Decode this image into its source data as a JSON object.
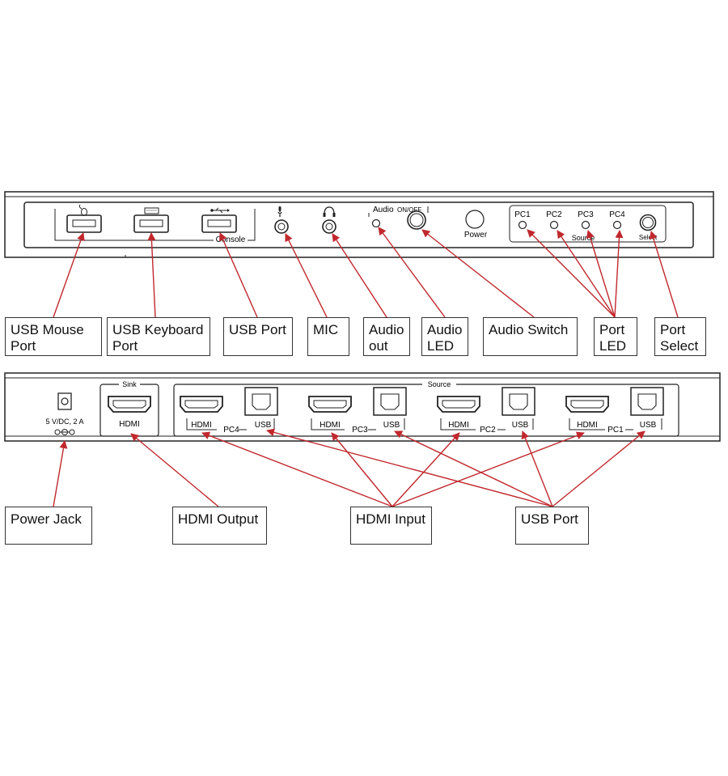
{
  "front_panel": {
    "console_label": "Console",
    "audio_label": "Audio",
    "audio_onoff_label": "ON/OFF",
    "power_label": "Power",
    "pc_labels": [
      "PC1",
      "PC2",
      "PC3",
      "PC4"
    ],
    "source_label": "Source",
    "select_label": "Select"
  },
  "rear_panel": {
    "power_spec": "5 V/DC, 2 A",
    "sink_label": "Sink",
    "source_label": "Source",
    "hdmi_label": "HDMI",
    "usb_label": "USB",
    "groups": [
      {
        "pc": "PC4"
      },
      {
        "pc": "PC3"
      },
      {
        "pc": "PC2"
      },
      {
        "pc": "PC1"
      }
    ]
  },
  "callouts_front": [
    {
      "id": "usb-mouse-port",
      "text": "USB Mouse\nPort"
    },
    {
      "id": "usb-keyboard-port",
      "text": "USB Keyboard\nPort"
    },
    {
      "id": "usb-port",
      "text": "USB Port"
    },
    {
      "id": "mic",
      "text": "MIC"
    },
    {
      "id": "audio-out",
      "text": "Audio\nout"
    },
    {
      "id": "audio-led",
      "text": "Audio\nLED"
    },
    {
      "id": "audio-switch",
      "text": "Audio Switch"
    },
    {
      "id": "port-led",
      "text": "Port\nLED"
    },
    {
      "id": "port-select",
      "text": "Port\nSelect"
    }
  ],
  "callouts_rear": [
    {
      "id": "power-jack",
      "text": "Power Jack"
    },
    {
      "id": "hdmi-output",
      "text": "HDMI Output"
    },
    {
      "id": "hdmi-input",
      "text": "HDMI Input"
    },
    {
      "id": "usb-port-rear",
      "text": "USB Port"
    }
  ],
  "colors": {
    "arrow": "#c0282d",
    "panel_stroke": "#222222"
  }
}
